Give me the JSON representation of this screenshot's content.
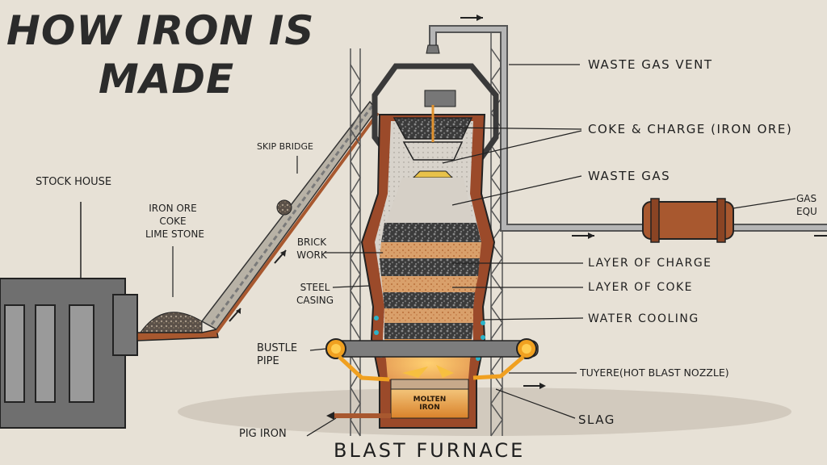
{
  "title": {
    "line1": "HOW IRON IS",
    "line2": "MADE"
  },
  "caption": "BLAST FURNACE",
  "labels": {
    "stock_house": "STOCK HOUSE",
    "skip_bridge": "SKIP BRIDGE",
    "raw_materials": [
      "IRON ORE",
      "COKE",
      "LIME STONE"
    ],
    "brick_work": [
      "BRICK",
      "WORK"
    ],
    "steel_casing": [
      "STEEL",
      "CASING"
    ],
    "bustle_pipe": [
      "BUSTLE",
      "PIPE"
    ],
    "pig_iron": "PIG IRON",
    "molten_iron": [
      "MOLTEN",
      "IRON"
    ],
    "waste_gas_vent": "WASTE  GAS VENT",
    "coke_charge": "COKE & CHARGE (IRON ORE)",
    "waste_gas": "WASTE GAS",
    "gas_equipment": [
      "GAS",
      "EQU"
    ],
    "layer_of_charge": "LAYER OF CHARGE",
    "layer_of_coke": "LAYER OF COKE",
    "water_cooling": "WATER COOLING",
    "tuyere": "TUYERE(HOT BLAST NOZZLE)",
    "slag": "SLAG"
  },
  "colors": {
    "background": "#e7e1d6",
    "furnace_shell": "#9b4a2a",
    "charge_layer": "#d9a06b",
    "coke_layer": "#3a3a3a",
    "molten_iron": "#e0922f",
    "water_dots": "#2bb3c9",
    "flame": "#f0a020"
  },
  "icons": [
    "flow-arrow-icon",
    "flame-icon",
    "water-cooling-dot-icon"
  ]
}
